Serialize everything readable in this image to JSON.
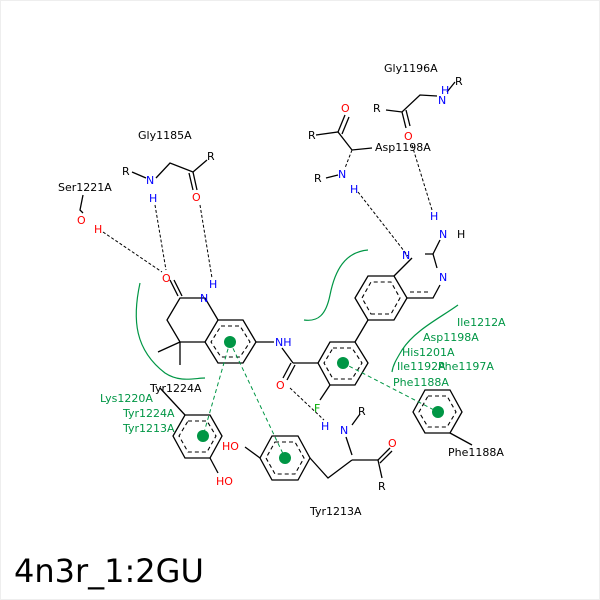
{
  "title": "4n3r_1:2GU",
  "residues": {
    "gly1196": "Gly1196A",
    "asp1198": "Asp1198A",
    "gly1185": "Gly1185A",
    "ser1221": "Ser1221A",
    "tyr1224_top": "Tyr1224A",
    "phe1188": "Phe1188A",
    "tyr1213": "Tyr1213A"
  },
  "hydrophobic_left": [
    "Lys1220A",
    "Tyr1224A",
    "Tyr1213A"
  ],
  "hydrophobic_right": [
    "Ile1212A",
    "Asp1198A",
    "His1201A",
    "Ile1192A",
    "Phe1197A",
    "Phe1188A"
  ],
  "atoms": {
    "R": "R",
    "N": "N",
    "H": "H",
    "O": "O",
    "F": "F",
    "NH": "NH",
    "HO": "HO",
    "OH": "OH"
  },
  "colors": {
    "hydrophobic": "#009645",
    "nitrogen": "#0000ff",
    "oxygen": "#ff0000",
    "fluorine": "#00aa00"
  }
}
